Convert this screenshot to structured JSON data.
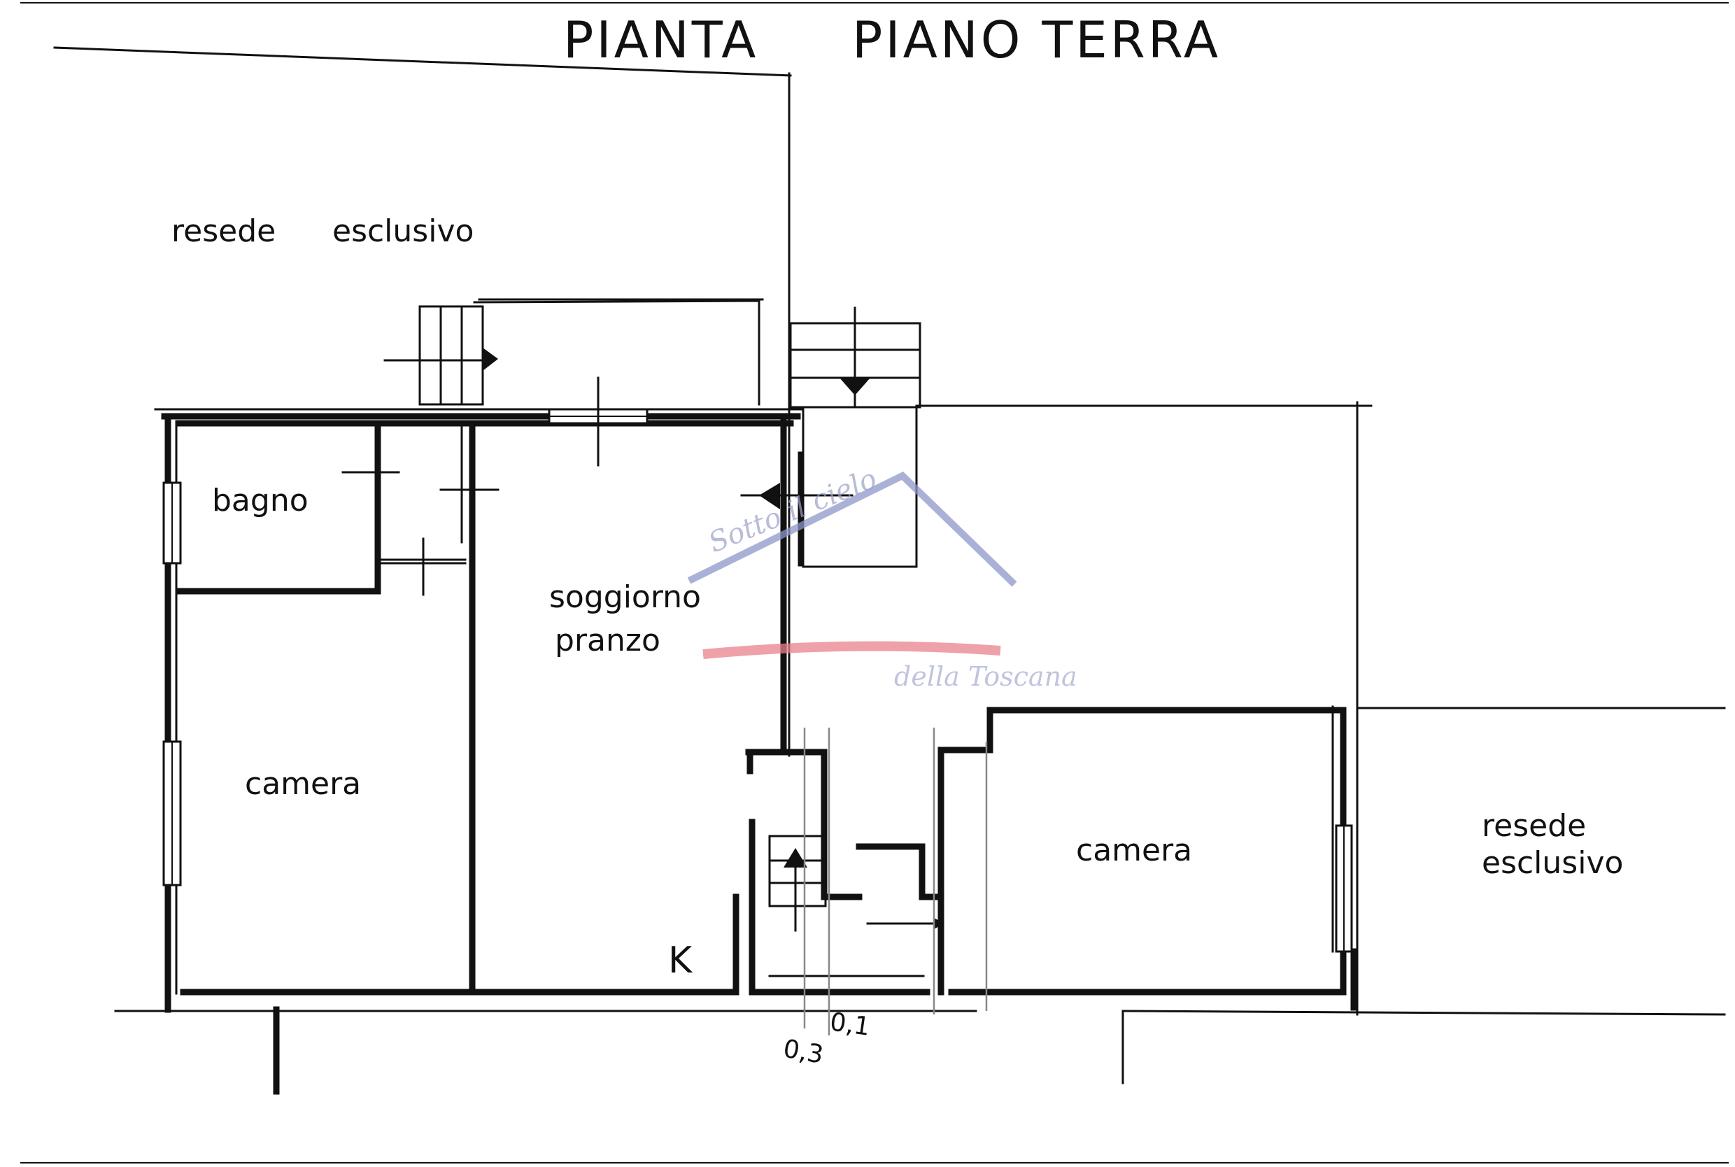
{
  "title": {
    "left": "PIANTA",
    "right": "PIANO TERRA"
  },
  "rooms": {
    "bagno": "bagno",
    "soggiorno_line1": "soggiorno",
    "soggiorno_line2": "pranzo",
    "camera_left": "camera",
    "camera_right": "camera",
    "kitchen_mark": "K"
  },
  "outdoor": {
    "resede_top_1": "resede",
    "resede_top_2": "esclusivo",
    "resede_right_1": "resede",
    "resede_right_2": "esclusivo"
  },
  "annotations": {
    "pencil_a": "0,3",
    "pencil_b": "0,1"
  },
  "watermark": {
    "line1": "Sotto il cielo",
    "line2": "della Toscana",
    "roof_color": "#8f97c8",
    "stripe_color": "#e8828c"
  }
}
